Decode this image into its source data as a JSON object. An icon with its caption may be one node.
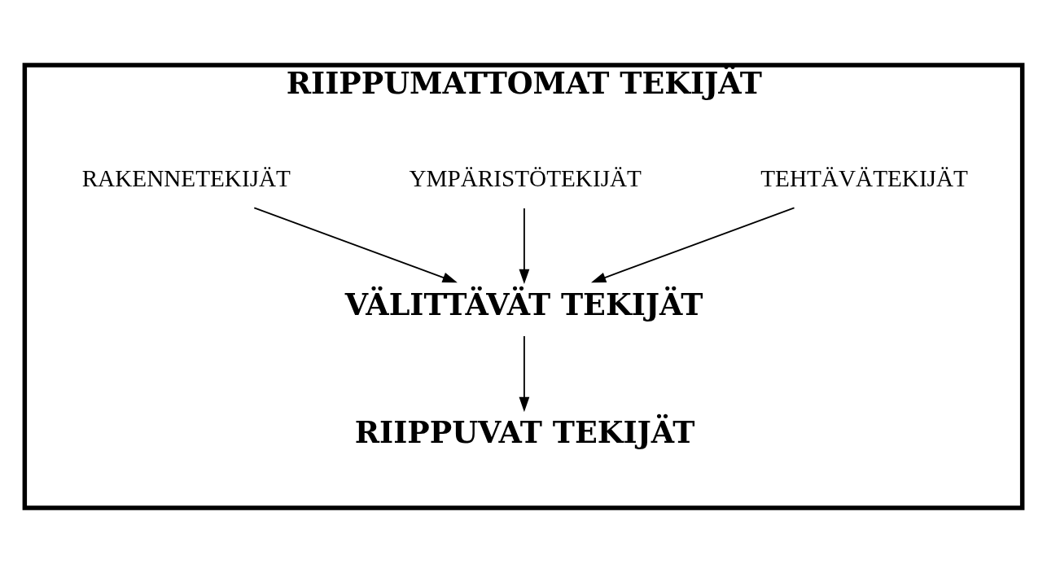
{
  "diagram": {
    "nodes": [
      {
        "text": [
          "RIIPPUMATTOMAT TEKIJÄT"
        ]
      },
      {
        "text": [
          "RAKENNETEKIJÄT"
        ],
        "in": 0
      },
      {
        "text": [
          "YMPÄRISTÖTEKIJÄT"
        ],
        "in": 0
      },
      {
        "text": [
          "TEHTÄVÄTEKIJÄT"
        ],
        "in": 0
      },
      {
        "text": [
          "VÄLITTÄVÄT TEKIJÄT"
        ],
        "in": 0
      },
      {
        "text": [
          "RIIPPUVAT TEKIJÄT"
        ],
        "in": 0
      }
    ],
    "edges": [
      {
        "from": 1,
        "to": 4,
        "arrow": "to"
      },
      {
        "from": 2,
        "to": 4,
        "arrow": "to"
      },
      {
        "from": 3,
        "to": 4,
        "arrow": "to"
      },
      {
        "from": 4,
        "to": 5,
        "arrow": "to"
      }
    ]
  }
}
